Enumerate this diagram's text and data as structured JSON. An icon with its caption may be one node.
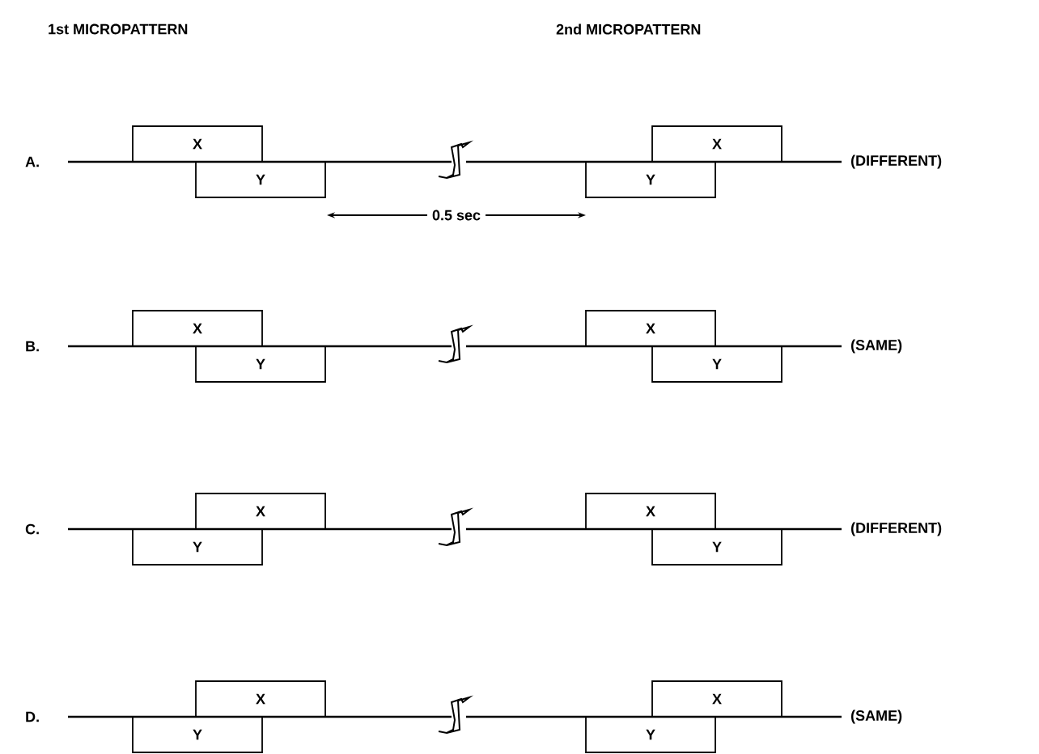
{
  "diagram": {
    "nodes": [
      {
        "text": [
          "X"
        ]
      },
      {
        "text": [
          "Y"
        ]
      },
      {
        "text": [
          "Y"
        ]
      },
      {
        "text": [
          "X"
        ]
      },
      {
        "text": [
          "X"
        ]
      },
      {
        "text": [
          "Y"
        ]
      },
      {
        "text": [
          "X"
        ]
      },
      {
        "text": [
          "Y"
        ]
      },
      {
        "text": [
          "Y"
        ]
      },
      {
        "text": [
          "X"
        ]
      },
      {
        "text": [
          "X"
        ]
      },
      {
        "text": [
          "Y"
        ]
      },
      {
        "text": [
          "Y"
        ]
      },
      {
        "text": [
          "X"
        ]
      },
      {
        "text": [
          "Y"
        ]
      },
      {
        "text": [
          "X"
        ]
      }
    ],
    "labels": [
      "1st MICROPATTERN",
      "2nd MICROPATTERN",
      "A.",
      "(DIFFERENT)",
      "0.5 sec",
      "B.",
      "(SAME)",
      "C.",
      "(DIFFERENT)",
      "D.",
      "(SAME)"
    ]
  }
}
